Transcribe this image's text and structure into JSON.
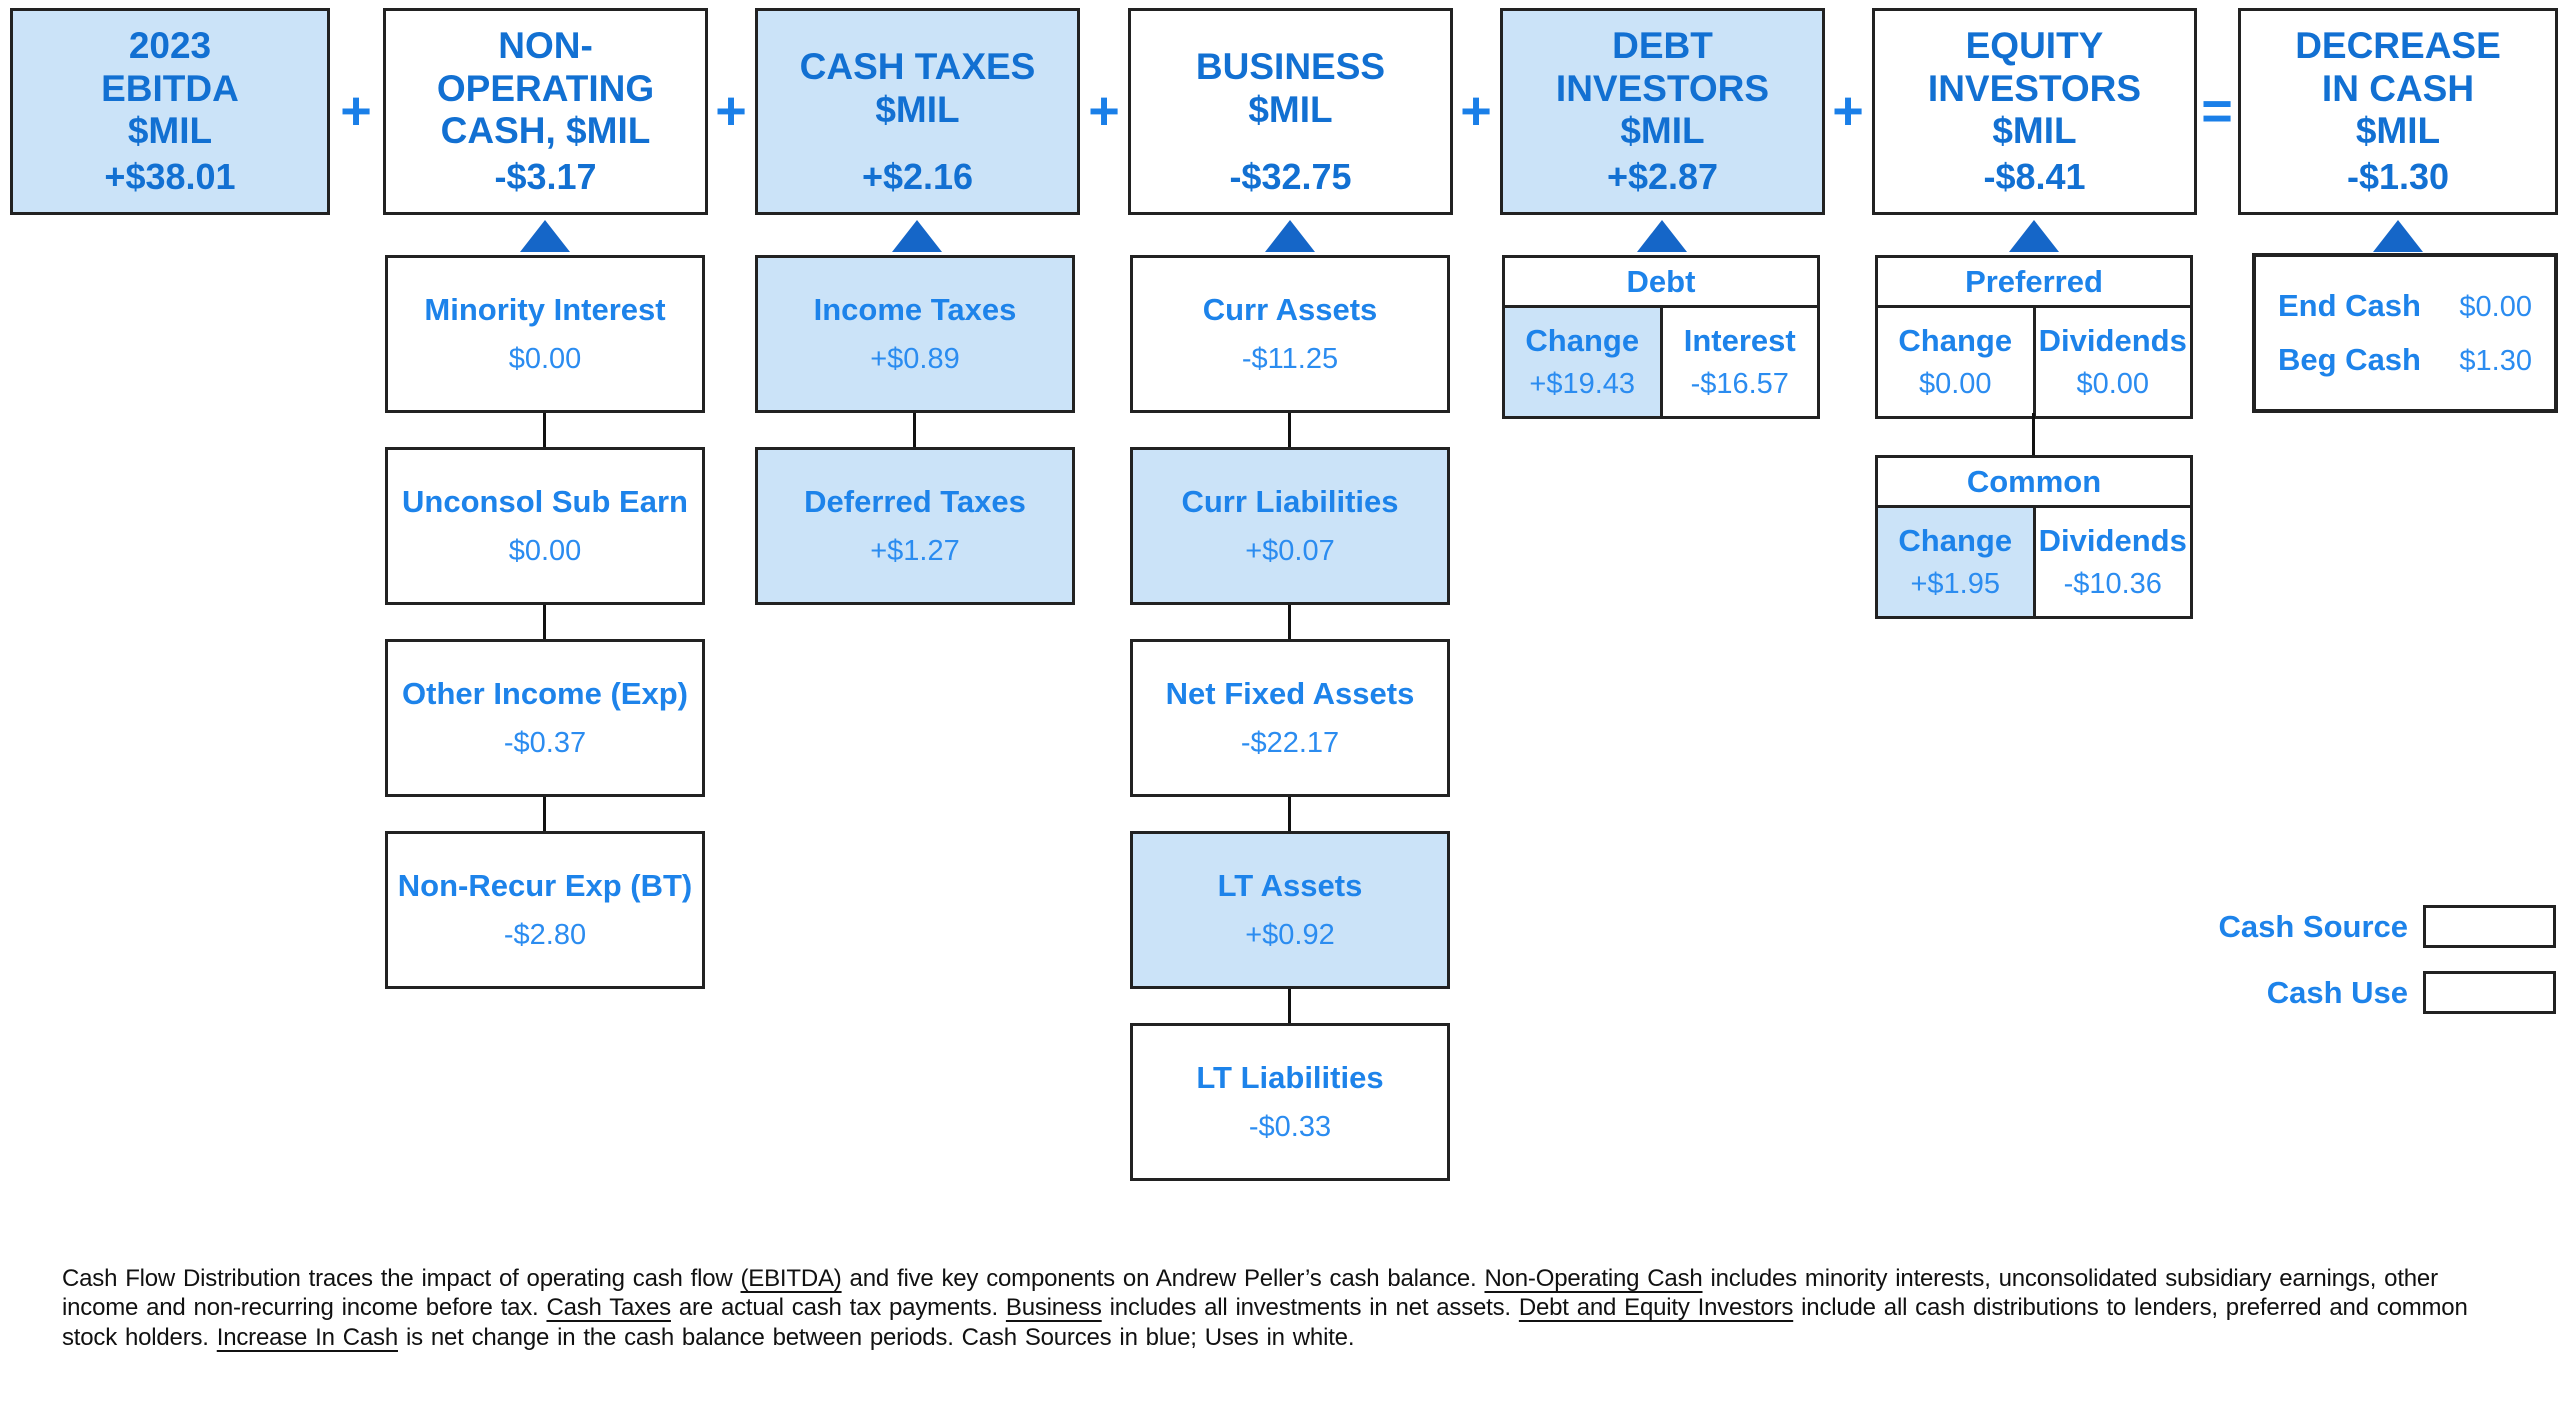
{
  "palette": {
    "source_fill": "#cbe3f8",
    "use_fill": "#ffffff",
    "border": "#222222",
    "title_blue": "#1270d2",
    "label_blue": "#1d83ea",
    "value_blue": "#2b8cf0",
    "operator_blue": "#1a7fe8",
    "footnote_black": "#111111"
  },
  "top_row": [
    {
      "title": "2023\nEBITDA\n$MIL",
      "value": "+$38.01",
      "type": "source"
    },
    {
      "title": "NON-\nOPERATING\nCASH, $MIL",
      "value": "-$3.17",
      "type": "use"
    },
    {
      "title": "CASH TAXES\n$MIL",
      "value": "+$2.16",
      "type": "source"
    },
    {
      "title": "BUSINESS\n$MIL",
      "value": "-$32.75",
      "type": "use"
    },
    {
      "title": "DEBT\nINVESTORS\n$MIL",
      "value": "+$2.87",
      "type": "source"
    },
    {
      "title": "EQUITY\nINVESTORS\n$MIL",
      "value": "-$8.41",
      "type": "use"
    },
    {
      "title": "DECREASE\nIN CASH\n$MIL",
      "value": "-$1.30",
      "type": "use"
    }
  ],
  "operators": [
    "+",
    "+",
    "+",
    "+",
    "+",
    "="
  ],
  "non_operating_items": [
    {
      "label": "Minority Interest",
      "value": "$0.00",
      "type": "use"
    },
    {
      "label": "Unconsol Sub Earn",
      "value": "$0.00",
      "type": "use"
    },
    {
      "label": "Other Income (Exp)",
      "value": "-$0.37",
      "type": "use"
    },
    {
      "label": "Non-Recur Exp (BT)",
      "value": "-$2.80",
      "type": "use"
    }
  ],
  "cash_taxes_items": [
    {
      "label": "Income Taxes",
      "value": "+$0.89",
      "type": "source"
    },
    {
      "label": "Deferred Taxes",
      "value": "+$1.27",
      "type": "source"
    }
  ],
  "business_items": [
    {
      "label": "Curr Assets",
      "value": "-$11.25",
      "type": "use"
    },
    {
      "label": "Curr Liabilities",
      "value": "+$0.07",
      "type": "source"
    },
    {
      "label": "Net Fixed Assets",
      "value": "-$22.17",
      "type": "use"
    },
    {
      "label": "LT Assets",
      "value": "+$0.92",
      "type": "source"
    },
    {
      "label": "LT Liabilities",
      "value": "-$0.33",
      "type": "use"
    }
  ],
  "debt_table": {
    "header": "Debt",
    "cells": [
      {
        "label": "Change",
        "value": "+$19.43",
        "type": "source"
      },
      {
        "label": "Interest",
        "value": "-$16.57",
        "type": "use"
      }
    ]
  },
  "preferred_table": {
    "header": "Preferred",
    "cells": [
      {
        "label": "Change",
        "value": "$0.00",
        "type": "use"
      },
      {
        "label": "Dividends",
        "value": "$0.00",
        "type": "use"
      }
    ]
  },
  "common_table": {
    "header": "Common",
    "cells": [
      {
        "label": "Change",
        "value": "+$1.95",
        "type": "source"
      },
      {
        "label": "Dividends",
        "value": "-$10.36",
        "type": "use"
      }
    ]
  },
  "cash_box": {
    "rows": [
      {
        "label": "End Cash",
        "value": "$0.00"
      },
      {
        "label": "Beg Cash",
        "value": "$1.30"
      }
    ]
  },
  "legend": {
    "source_label": "Cash Source",
    "use_label": "Cash Use"
  },
  "footnote": {
    "segments": [
      {
        "text": "Cash Flow Distribution traces the impact of operating cash flow ",
        "underline": false
      },
      {
        "text": "(EBITDA)",
        "underline": true
      },
      {
        "text": " and five key components on Andrew Peller’s cash balance. ",
        "underline": false
      },
      {
        "text": "Non-Operating Cash",
        "underline": true
      },
      {
        "text": " includes minority interests, unconsolidated subsidiary earnings, other income and non-recurring income before tax. ",
        "underline": false
      },
      {
        "text": "Cash Taxes",
        "underline": true
      },
      {
        "text": " are actual cash tax payments. ",
        "underline": false
      },
      {
        "text": "Business",
        "underline": true
      },
      {
        "text": " includes all investments in net assets. ",
        "underline": false
      },
      {
        "text": "Debt and Equity Investors",
        "underline": true
      },
      {
        "text": " include all cash distributions to lenders, preferred and common stock holders. ",
        "underline": false
      },
      {
        "text": "Increase In Cash",
        "underline": true
      },
      {
        "text": " is net change in the cash balance between periods. Cash Sources in blue; Uses in white.",
        "underline": false
      }
    ]
  }
}
